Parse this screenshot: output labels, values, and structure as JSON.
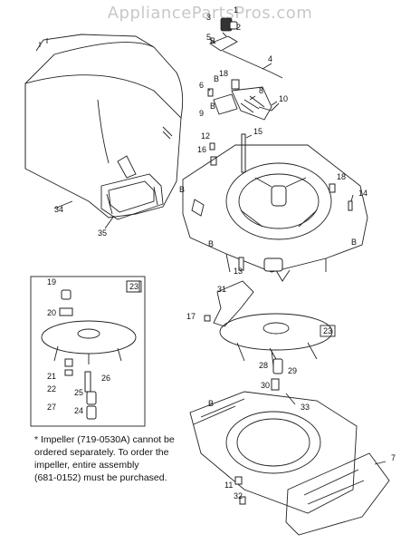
{
  "watermark": "AppliancePartsPros.com",
  "callouts": [
    "1",
    "2",
    "3",
    "4",
    "5",
    "6",
    "7",
    "8",
    "9",
    "10",
    "11",
    "12",
    "13",
    "14",
    "15",
    "16",
    "17",
    "18",
    "19",
    "20",
    "21",
    "22",
    "23",
    "24",
    "25",
    "26",
    "27",
    "28",
    "29",
    "30",
    "31",
    "32",
    "33",
    "34",
    "35"
  ],
  "letter_labels": [
    "B",
    "B",
    "B",
    "B",
    "B",
    "B",
    "B"
  ],
  "inset_label": "23",
  "note_lines": [
    "* Impeller (719-0530A) cannot be",
    "ordered separately. To order the",
    "impeller, entire assembly",
    "(681-0152) must be purchased."
  ]
}
